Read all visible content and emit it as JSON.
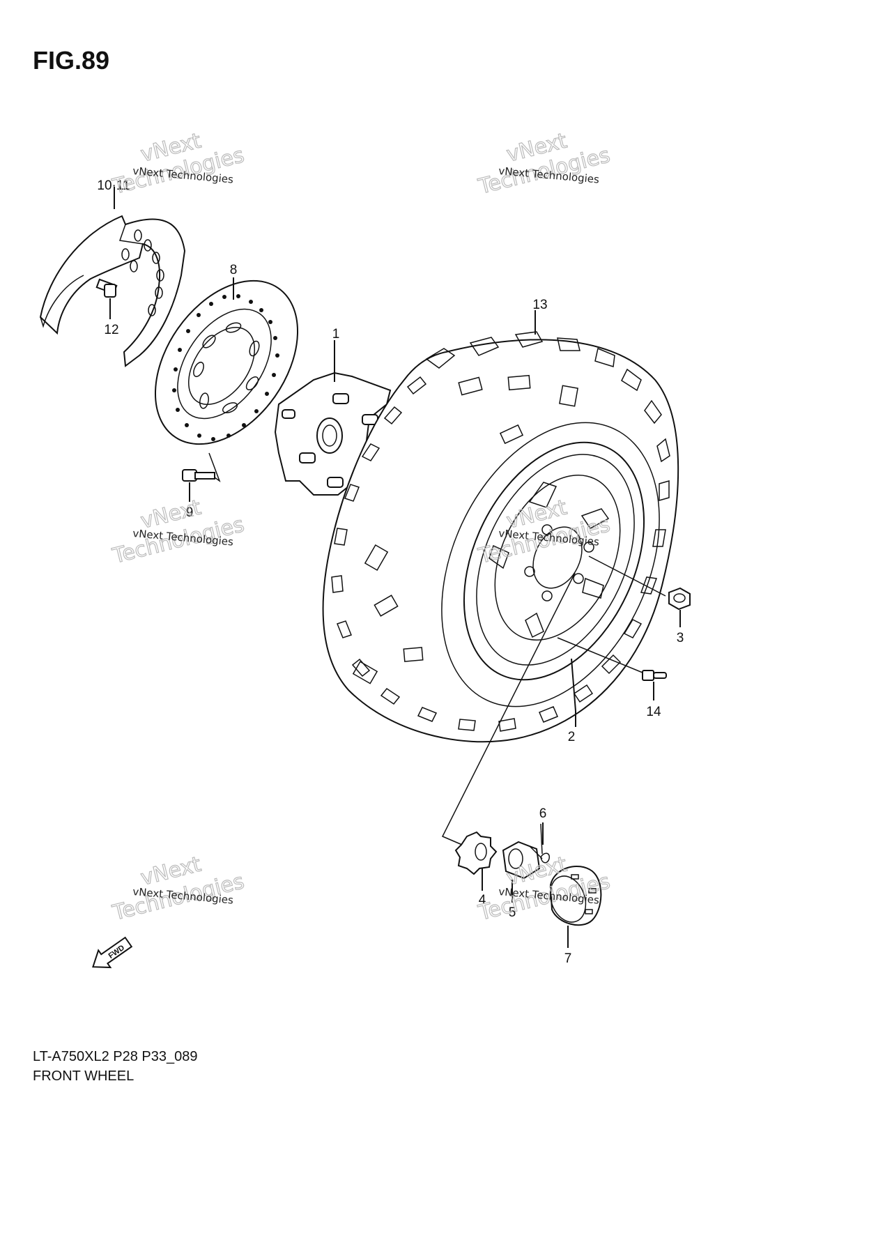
{
  "figure": {
    "title": "FIG.89"
  },
  "callouts": {
    "c1": "1",
    "c2": "2",
    "c3": "3",
    "c4": "4",
    "c5": "5",
    "c6": "6",
    "c7": "7",
    "c8": "8",
    "c9": "9",
    "c10_11": "10·11",
    "c12": "12",
    "c13": "13",
    "c14": "14"
  },
  "watermark": {
    "line1": "vNext Technologies",
    "line2": "vNext",
    "line3": "Technologies"
  },
  "fwd_badge": "FWD",
  "footer": {
    "model_code": "LT-A750XL2 P28 P33_089",
    "description": "FRONT WHEEL"
  }
}
